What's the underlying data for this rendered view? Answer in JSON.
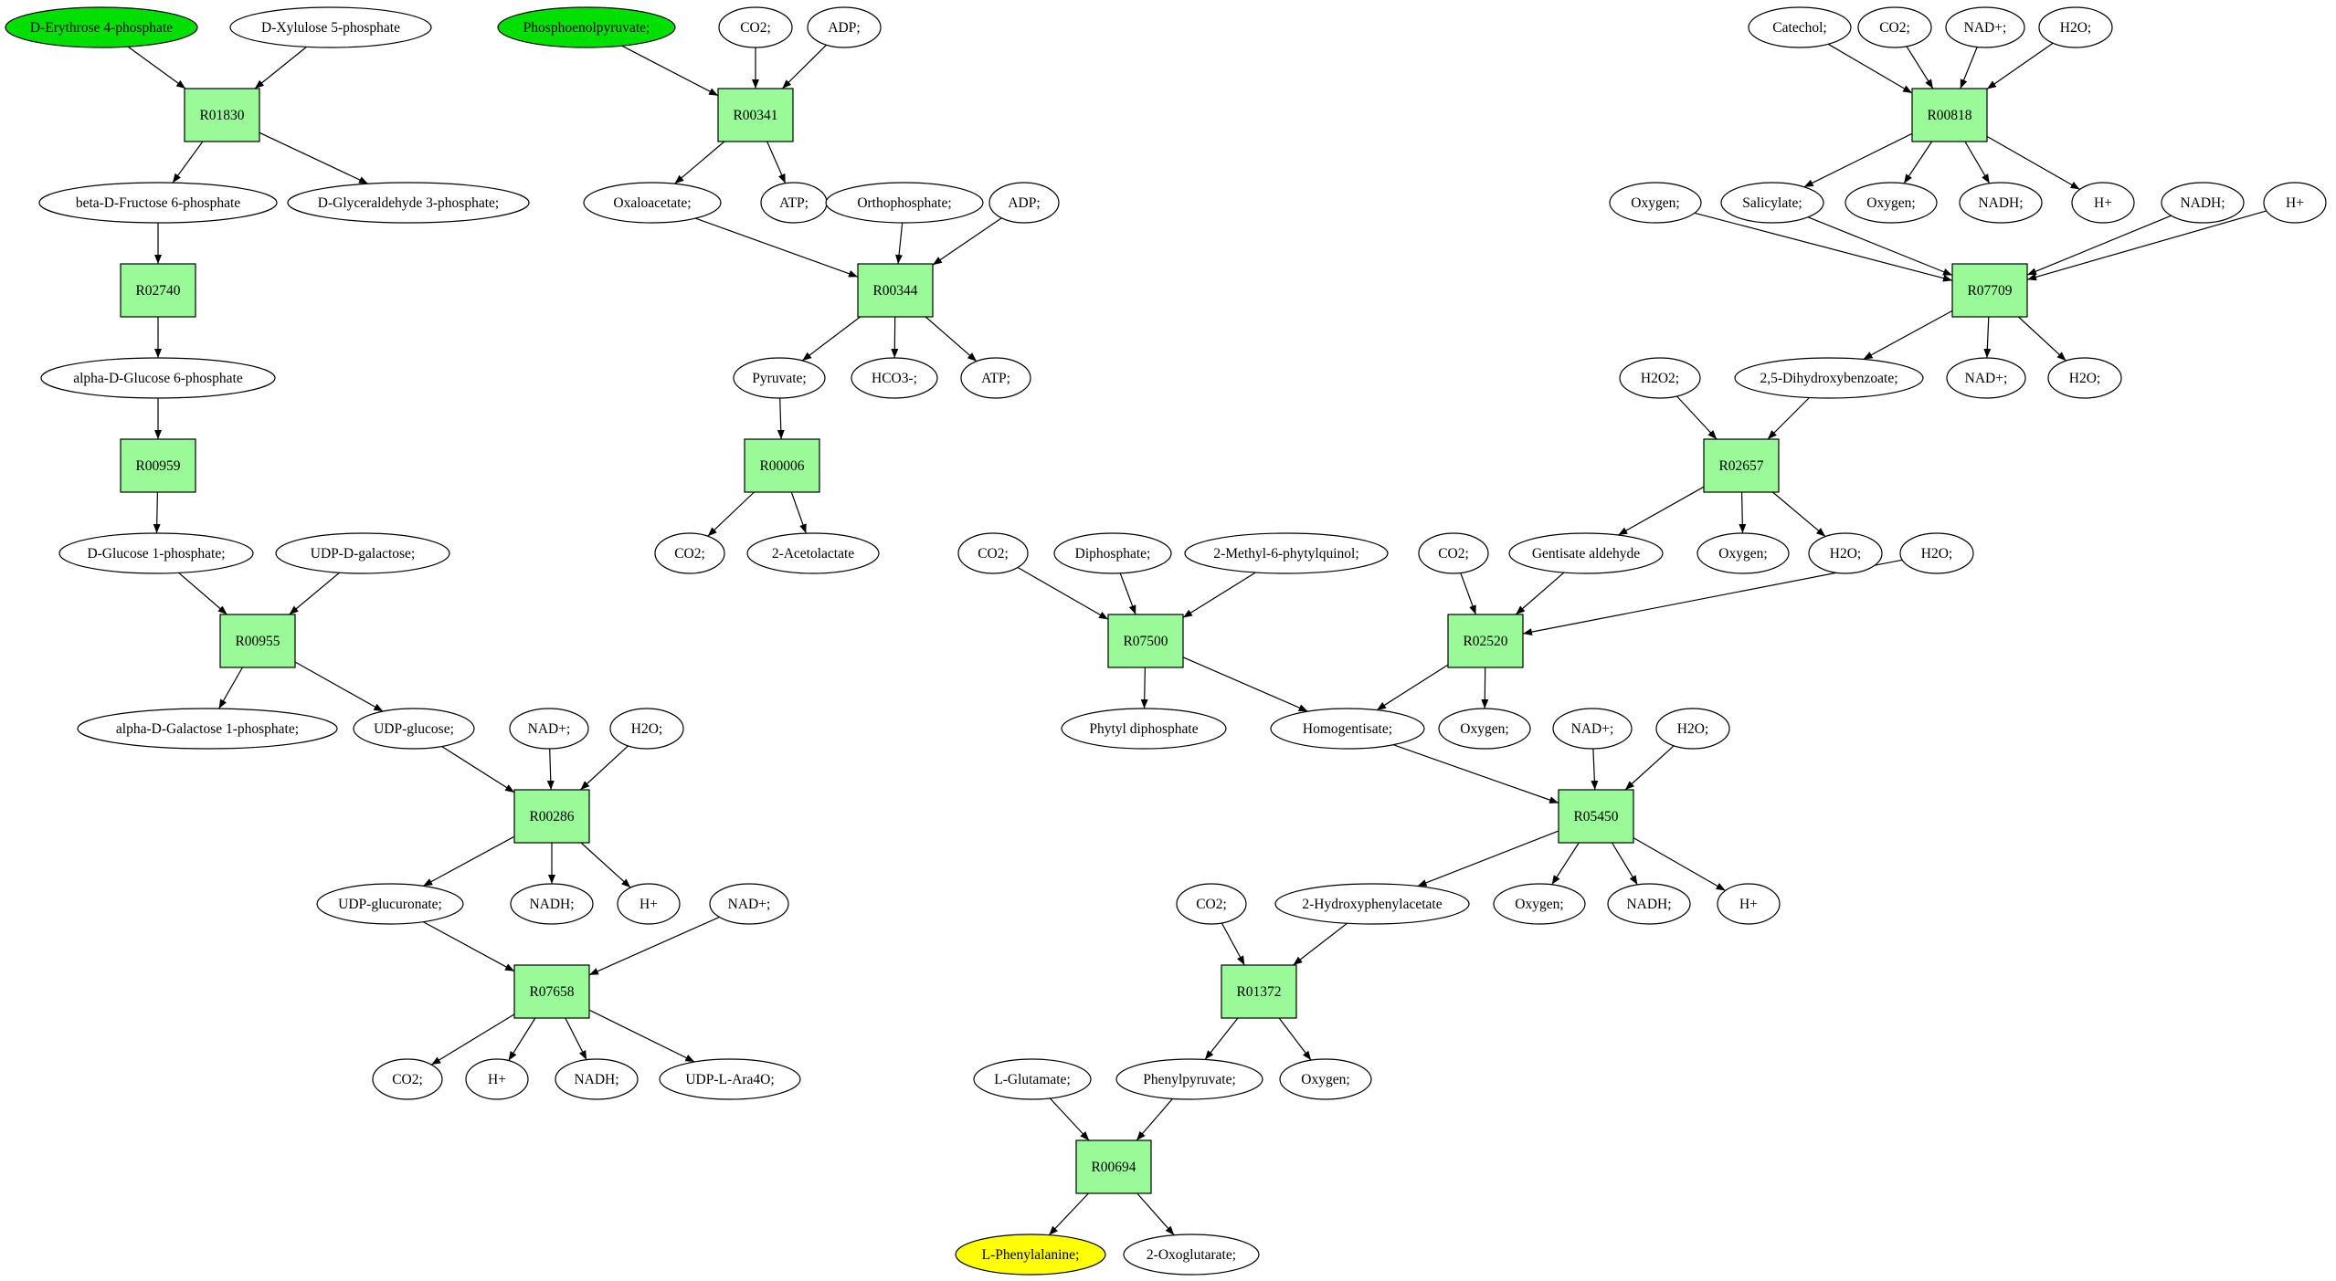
{
  "diagram": {
    "colors": {
      "reaction_fill": "#98fb98",
      "metabolite_fill": "#ffffff",
      "start_fill": "#00e000",
      "target_fill": "#ffff00",
      "stroke": "#000000"
    },
    "metabolites": [
      {
        "id": "m_e4p",
        "label": "D-Erythrose 4-phosphate",
        "role": "start"
      },
      {
        "id": "m_x5p",
        "label": "D-Xylulose 5-phosphate"
      },
      {
        "id": "m_f6p",
        "label": "beta-D-Fructose 6-phosphate"
      },
      {
        "id": "m_g3p",
        "label": "D-Glyceraldehyde 3-phosphate;"
      },
      {
        "id": "m_g6p",
        "label": "alpha-D-Glucose 6-phosphate"
      },
      {
        "id": "m_g1p",
        "label": "D-Glucose 1-phosphate;"
      },
      {
        "id": "m_udpgal",
        "label": "UDP-D-galactose;"
      },
      {
        "id": "m_gal1p",
        "label": "alpha-D-Galactose 1-phosphate;"
      },
      {
        "id": "m_udpglc",
        "label": "UDP-glucose;"
      },
      {
        "id": "m_nad_a",
        "label": "NAD+;"
      },
      {
        "id": "m_h2o_a",
        "label": "H2O;"
      },
      {
        "id": "m_udpgca",
        "label": "UDP-glucuronate;"
      },
      {
        "id": "m_nadh_a",
        "label": "NADH;"
      },
      {
        "id": "m_h_a",
        "label": "H+"
      },
      {
        "id": "m_nad_b",
        "label": "NAD+;"
      },
      {
        "id": "m_co2_a",
        "label": "CO2;"
      },
      {
        "id": "m_h_b",
        "label": "H+"
      },
      {
        "id": "m_nadh_b",
        "label": "NADH;"
      },
      {
        "id": "m_udpara",
        "label": "UDP-L-Ara4O;"
      },
      {
        "id": "m_pep",
        "label": "Phosphoenolpyruvate;",
        "role": "start"
      },
      {
        "id": "m_co2_b",
        "label": "CO2;"
      },
      {
        "id": "m_adp_a",
        "label": "ADP;"
      },
      {
        "id": "m_oaa",
        "label": "Oxaloacetate;"
      },
      {
        "id": "m_atp_a",
        "label": "ATP;"
      },
      {
        "id": "m_pi",
        "label": "Orthophosphate;"
      },
      {
        "id": "m_adp_b",
        "label": "ADP;"
      },
      {
        "id": "m_pyr",
        "label": "Pyruvate;"
      },
      {
        "id": "m_hco3",
        "label": "HCO3-;"
      },
      {
        "id": "m_atp_b",
        "label": "ATP;"
      },
      {
        "id": "m_co2_c",
        "label": "CO2;"
      },
      {
        "id": "m_acl",
        "label": "2-Acetolactate"
      },
      {
        "id": "m_catechol",
        "label": "Catechol;"
      },
      {
        "id": "m_co2_d",
        "label": "CO2;"
      },
      {
        "id": "m_nad_c",
        "label": "NAD+;"
      },
      {
        "id": "m_h2o_b",
        "label": "H2O;"
      },
      {
        "id": "m_oxy_a",
        "label": "Oxygen;"
      },
      {
        "id": "m_salic",
        "label": "Salicylate;"
      },
      {
        "id": "m_oxy_b",
        "label": "Oxygen;"
      },
      {
        "id": "m_nadh_c",
        "label": "NADH;"
      },
      {
        "id": "m_h_c",
        "label": "H+"
      },
      {
        "id": "m_nadh_d",
        "label": "NADH;"
      },
      {
        "id": "m_h_d",
        "label": "H+"
      },
      {
        "id": "m_h2o2",
        "label": "H2O2;"
      },
      {
        "id": "m_dhb",
        "label": "2,5-Dihydroxybenzoate;"
      },
      {
        "id": "m_nad_d",
        "label": "NAD+;"
      },
      {
        "id": "m_h2o_c",
        "label": "H2O;"
      },
      {
        "id": "m_gentald",
        "label": "Gentisate aldehyde"
      },
      {
        "id": "m_oxy_c",
        "label": "Oxygen;"
      },
      {
        "id": "m_h2o_d",
        "label": "H2O;"
      },
      {
        "id": "m_co2_e",
        "label": "CO2;"
      },
      {
        "id": "m_diphos",
        "label": "Diphosphate;"
      },
      {
        "id": "m_mpq",
        "label": "2-Methyl-6-phytylquinol;"
      },
      {
        "id": "m_co2_f",
        "label": "CO2;"
      },
      {
        "id": "m_h2o_e",
        "label": "H2O;"
      },
      {
        "id": "m_phytyl",
        "label": "Phytyl diphosphate"
      },
      {
        "id": "m_homog",
        "label": "Homogentisate;"
      },
      {
        "id": "m_oxy_d",
        "label": "Oxygen;"
      },
      {
        "id": "m_nad_e",
        "label": "NAD+;"
      },
      {
        "id": "m_h2o_f",
        "label": "H2O;"
      },
      {
        "id": "m_2hpa",
        "label": "2-Hydroxyphenylacetate"
      },
      {
        "id": "m_oxy_e",
        "label": "Oxygen;"
      },
      {
        "id": "m_nadh_e",
        "label": "NADH;"
      },
      {
        "id": "m_h_e",
        "label": "H+"
      },
      {
        "id": "m_co2_g",
        "label": "CO2;"
      },
      {
        "id": "m_phpyr",
        "label": "Phenylpyruvate;"
      },
      {
        "id": "m_oxy_f",
        "label": "Oxygen;"
      },
      {
        "id": "m_glu",
        "label": "L-Glutamate;"
      },
      {
        "id": "m_phe",
        "label": "L-Phenylalanine;",
        "role": "target"
      },
      {
        "id": "m_2og",
        "label": "2-Oxoglutarate;"
      }
    ],
    "reactions": [
      {
        "id": "r01830",
        "label": "R01830"
      },
      {
        "id": "r02740",
        "label": "R02740"
      },
      {
        "id": "r00959",
        "label": "R00959"
      },
      {
        "id": "r00955",
        "label": "R00955"
      },
      {
        "id": "r00286",
        "label": "R00286"
      },
      {
        "id": "r07658",
        "label": "R07658"
      },
      {
        "id": "r00341",
        "label": "R00341"
      },
      {
        "id": "r00344",
        "label": "R00344"
      },
      {
        "id": "r00006",
        "label": "R00006"
      },
      {
        "id": "r00818",
        "label": "R00818"
      },
      {
        "id": "r07709",
        "label": "R07709"
      },
      {
        "id": "r02657",
        "label": "R02657"
      },
      {
        "id": "r07500",
        "label": "R07500"
      },
      {
        "id": "r02520",
        "label": "R02520"
      },
      {
        "id": "r05450",
        "label": "R05450"
      },
      {
        "id": "r01372",
        "label": "R01372"
      },
      {
        "id": "r00694",
        "label": "R00694"
      }
    ],
    "edges": [
      [
        "m_e4p",
        "r01830"
      ],
      [
        "m_x5p",
        "r01830"
      ],
      [
        "r01830",
        "m_f6p"
      ],
      [
        "r01830",
        "m_g3p"
      ],
      [
        "m_f6p",
        "r02740"
      ],
      [
        "r02740",
        "m_g6p"
      ],
      [
        "m_g6p",
        "r00959"
      ],
      [
        "r00959",
        "m_g1p"
      ],
      [
        "m_g1p",
        "r00955"
      ],
      [
        "m_udpgal",
        "r00955"
      ],
      [
        "r00955",
        "m_gal1p"
      ],
      [
        "r00955",
        "m_udpglc"
      ],
      [
        "m_udpglc",
        "r00286"
      ],
      [
        "m_nad_a",
        "r00286"
      ],
      [
        "m_h2o_a",
        "r00286"
      ],
      [
        "r00286",
        "m_udpgca"
      ],
      [
        "r00286",
        "m_nadh_a"
      ],
      [
        "r00286",
        "m_h_a"
      ],
      [
        "m_udpgca",
        "r07658"
      ],
      [
        "m_nad_b",
        "r07658"
      ],
      [
        "r07658",
        "m_co2_a"
      ],
      [
        "r07658",
        "m_h_b"
      ],
      [
        "r07658",
        "m_nadh_b"
      ],
      [
        "r07658",
        "m_udpara"
      ],
      [
        "m_pep",
        "r00341"
      ],
      [
        "m_co2_b",
        "r00341"
      ],
      [
        "m_adp_a",
        "r00341"
      ],
      [
        "r00341",
        "m_oaa"
      ],
      [
        "r00341",
        "m_atp_a"
      ],
      [
        "m_oaa",
        "r00344"
      ],
      [
        "m_pi",
        "r00344"
      ],
      [
        "m_adp_b",
        "r00344"
      ],
      [
        "r00344",
        "m_pyr"
      ],
      [
        "r00344",
        "m_hco3"
      ],
      [
        "r00344",
        "m_atp_b"
      ],
      [
        "m_pyr",
        "r00006"
      ],
      [
        "r00006",
        "m_co2_c"
      ],
      [
        "r00006",
        "m_acl"
      ],
      [
        "m_catechol",
        "r00818"
      ],
      [
        "m_co2_d",
        "r00818"
      ],
      [
        "m_nad_c",
        "r00818"
      ],
      [
        "m_h2o_b",
        "r00818"
      ],
      [
        "r00818",
        "m_salic"
      ],
      [
        "r00818",
        "m_oxy_b"
      ],
      [
        "r00818",
        "m_nadh_c"
      ],
      [
        "r00818",
        "m_h_c"
      ],
      [
        "m_oxy_a",
        "r07709"
      ],
      [
        "m_salic",
        "r07709"
      ],
      [
        "m_nadh_d",
        "r07709"
      ],
      [
        "m_h_d",
        "r07709"
      ],
      [
        "r07709",
        "m_dhb"
      ],
      [
        "r07709",
        "m_nad_d"
      ],
      [
        "r07709",
        "m_h2o_c"
      ],
      [
        "m_h2o2",
        "r02657"
      ],
      [
        "m_dhb",
        "r02657"
      ],
      [
        "r02657",
        "m_gentald"
      ],
      [
        "r02657",
        "m_oxy_c"
      ],
      [
        "r02657",
        "m_h2o_d"
      ],
      [
        "m_co2_e",
        "r07500"
      ],
      [
        "m_diphos",
        "r07500"
      ],
      [
        "m_mpq",
        "r07500"
      ],
      [
        "r07500",
        "m_phytyl"
      ],
      [
        "r07500",
        "m_homog"
      ],
      [
        "m_co2_f",
        "r02520"
      ],
      [
        "m_gentald",
        "r02520"
      ],
      [
        "m_h2o_e",
        "r02520"
      ],
      [
        "r02520",
        "m_homog"
      ],
      [
        "r02520",
        "m_oxy_d"
      ],
      [
        "m_homog",
        "r05450"
      ],
      [
        "m_nad_e",
        "r05450"
      ],
      [
        "m_h2o_f",
        "r05450"
      ],
      [
        "r05450",
        "m_2hpa"
      ],
      [
        "r05450",
        "m_oxy_e"
      ],
      [
        "r05450",
        "m_nadh_e"
      ],
      [
        "r05450",
        "m_h_e"
      ],
      [
        "m_co2_g",
        "r01372"
      ],
      [
        "m_2hpa",
        "r01372"
      ],
      [
        "r01372",
        "m_phpyr"
      ],
      [
        "r01372",
        "m_oxy_f"
      ],
      [
        "m_glu",
        "r00694"
      ],
      [
        "m_phpyr",
        "r00694"
      ],
      [
        "r00694",
        "m_phe"
      ],
      [
        "r00694",
        "m_2og"
      ]
    ]
  }
}
